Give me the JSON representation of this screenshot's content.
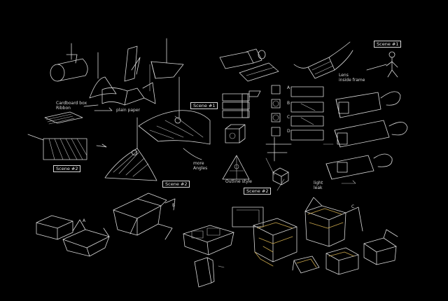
{
  "labels": {
    "scene1_top": "Scene #1",
    "scene1_mid": "Scene #1",
    "scene2_left": "Scene #2",
    "scene2_mid": "Scene #2",
    "scene2_bottom": "Scene #2",
    "note_cardboard": "Cardboard box\nRibbon",
    "note_plain_paper": "plain paper",
    "note_more_angles": "more\nAngles",
    "note_outline": "Outline style",
    "note_lens": "Lens\ninside frame",
    "note_light": "light\nleak",
    "letter_a": "A",
    "letter_b": "B",
    "letter_c": "C",
    "letter_d": "D",
    "letter_ab": "A",
    "letter_bb": "B",
    "letter_cb": "C"
  },
  "colors": {
    "background": "#000000",
    "ink": "#d9d9d9",
    "accent": "#c9a64b"
  }
}
